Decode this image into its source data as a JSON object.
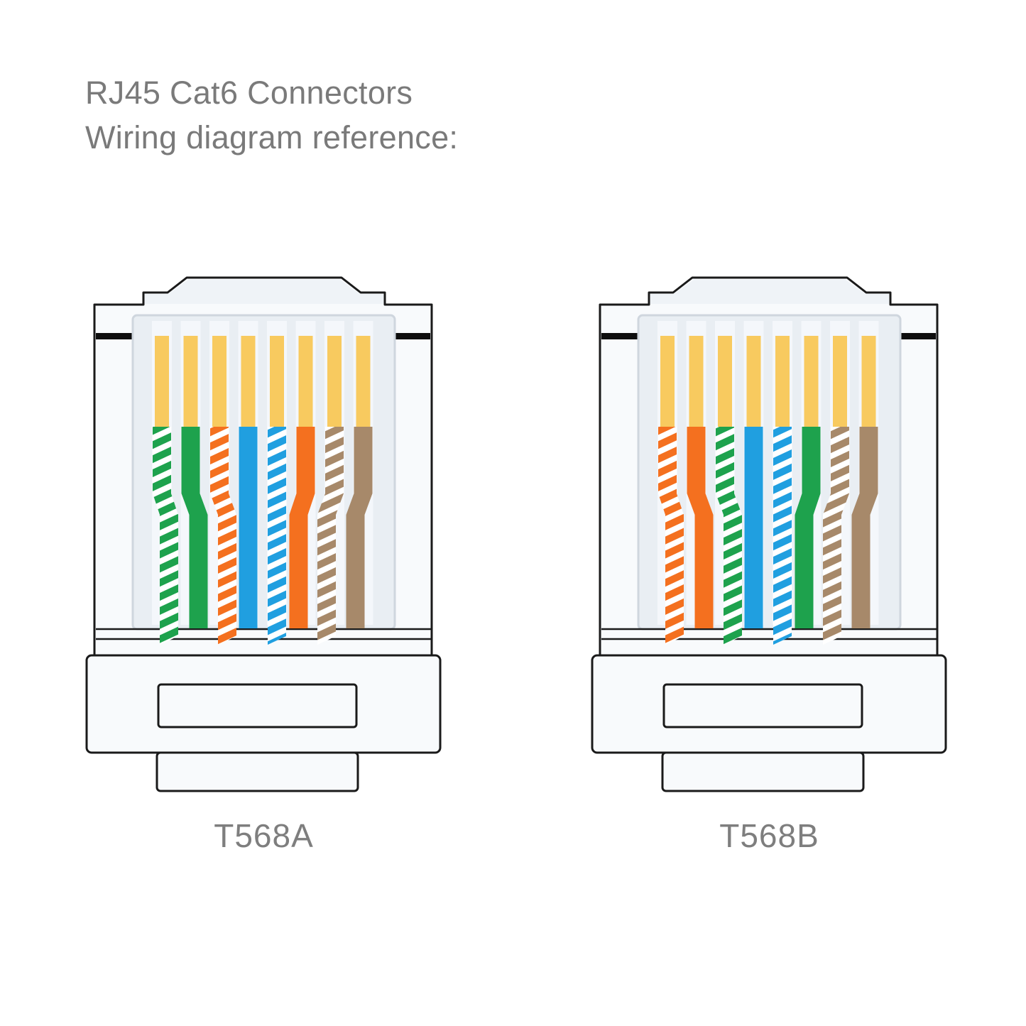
{
  "page": {
    "background": "#FFFFFF"
  },
  "title": {
    "line1": "RJ45 Cat6 Connectors",
    "line2": "Wiring diagram reference:"
  },
  "palette": {
    "outline": "#1A1A1A",
    "body_fill": "#F8FAFC",
    "latch_fill": "#EFF3F7",
    "band_black": "#0E0E0E",
    "panel_fill": "#E9EEF3",
    "panel_border": "#CFD6DE",
    "track_fill": "#F4F7FB",
    "pin_gold": "#F8CA5F",
    "stripe_white": "#FFFFFF",
    "text_gray": "#7A7A7A",
    "label_gray": "#7E7E7E"
  },
  "wire_palette": {
    "green": "#1EA24D",
    "orange": "#F4701F",
    "blue": "#209FE0",
    "brown": "#A7896A"
  },
  "connectors": [
    {
      "id": "t568a",
      "label": "T568A",
      "pin_count": 8,
      "wires": [
        {
          "pin": 1,
          "name": "white-green",
          "color": "green",
          "striped": true
        },
        {
          "pin": 2,
          "name": "green",
          "color": "green",
          "striped": false
        },
        {
          "pin": 3,
          "name": "white-orange",
          "color": "orange",
          "striped": true
        },
        {
          "pin": 4,
          "name": "blue",
          "color": "blue",
          "striped": false
        },
        {
          "pin": 5,
          "name": "white-blue",
          "color": "blue",
          "striped": true
        },
        {
          "pin": 6,
          "name": "orange",
          "color": "orange",
          "striped": false
        },
        {
          "pin": 7,
          "name": "white-brown",
          "color": "brown",
          "striped": true
        },
        {
          "pin": 8,
          "name": "brown",
          "color": "brown",
          "striped": false
        }
      ]
    },
    {
      "id": "t568b",
      "label": "T568B",
      "pin_count": 8,
      "wires": [
        {
          "pin": 1,
          "name": "white-orange",
          "color": "orange",
          "striped": true
        },
        {
          "pin": 2,
          "name": "orange",
          "color": "orange",
          "striped": false
        },
        {
          "pin": 3,
          "name": "white-green",
          "color": "green",
          "striped": true
        },
        {
          "pin": 4,
          "name": "blue",
          "color": "blue",
          "striped": false
        },
        {
          "pin": 5,
          "name": "white-blue",
          "color": "blue",
          "striped": true
        },
        {
          "pin": 6,
          "name": "green",
          "color": "green",
          "striped": false
        },
        {
          "pin": 7,
          "name": "white-brown",
          "color": "brown",
          "striped": true
        },
        {
          "pin": 8,
          "name": "brown",
          "color": "brown",
          "striped": false
        }
      ]
    }
  ]
}
